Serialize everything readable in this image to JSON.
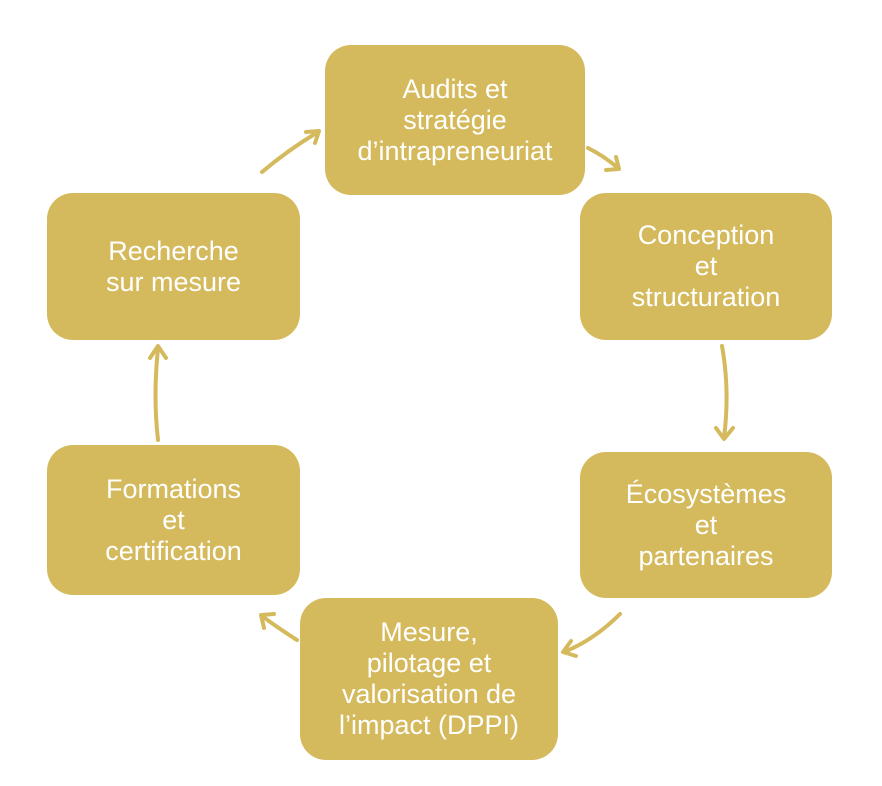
{
  "diagram": {
    "type": "cycle",
    "fill_color": "#D4BA5C",
    "text_color": "#FFFFFF",
    "nodes": [
      {
        "id": "audits",
        "label": "Audits et\nstratégie\nd’intrapreneuriat"
      },
      {
        "id": "conception",
        "label": "Conception\net\nstructuration"
      },
      {
        "id": "ecosystemes",
        "label": "Écosystèmes\net\npartenaires"
      },
      {
        "id": "mesure",
        "label": "Mesure,\npilotage et\nvalorisation de\nl’impact (DPPI)"
      },
      {
        "id": "formations",
        "label": "Formations\net\ncertification"
      },
      {
        "id": "recherche",
        "label": "Recherche\nsur mesure"
      }
    ],
    "edges": [
      {
        "from": "audits",
        "to": "conception"
      },
      {
        "from": "conception",
        "to": "ecosystemes"
      },
      {
        "from": "ecosystemes",
        "to": "mesure"
      },
      {
        "from": "mesure",
        "to": "formations"
      },
      {
        "from": "formations",
        "to": "recherche"
      },
      {
        "from": "recherche",
        "to": "audits"
      }
    ]
  }
}
